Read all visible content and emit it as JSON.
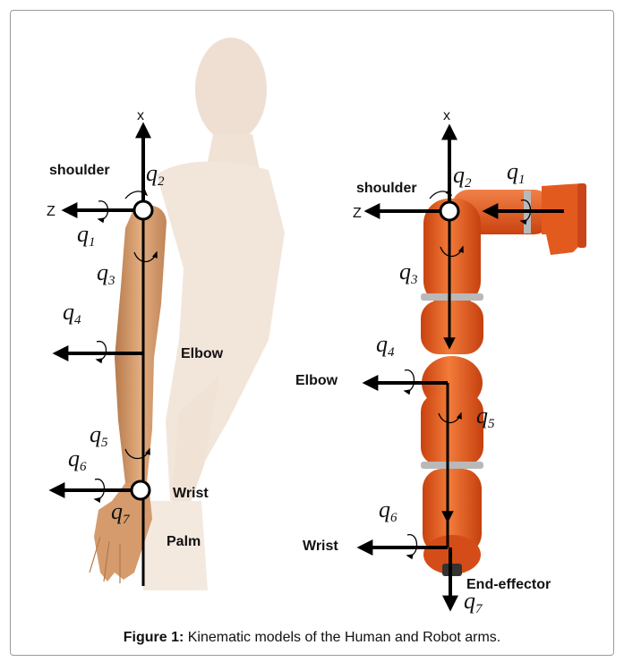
{
  "human": {
    "axis_x": "x",
    "axis_z": "Z",
    "shoulder": "shoulder",
    "elbow": "Elbow",
    "wrist": "Wrist",
    "palm": "Palm",
    "q1": "q",
    "q1_sub": "1",
    "q2": "q",
    "q2_sub": "2",
    "q3": "q",
    "q3_sub": "3",
    "q4": "q",
    "q4_sub": "4",
    "q5": "q",
    "q5_sub": "5",
    "q6": "q",
    "q6_sub": "6",
    "q7": "q",
    "q7_sub": "7"
  },
  "robot": {
    "axis_x": "x",
    "axis_z": "Z",
    "shoulder": "shoulder",
    "elbow": "Elbow",
    "wrist": "Wrist",
    "end_effector": "End-effector",
    "q1": "q",
    "q1_sub": "1",
    "q2": "q",
    "q2_sub": "2",
    "q3": "q",
    "q3_sub": "3",
    "q4": "q",
    "q4_sub": "4",
    "q5": "q",
    "q5_sub": "5",
    "q6": "q",
    "q6_sub": "6",
    "q7": "q",
    "q7_sub": "7"
  },
  "caption": {
    "label": "Figure 1:",
    "text": " Kinematic models of the Human and Robot arms."
  },
  "colors": {
    "skin": "#d9a070",
    "robot_orange": "#e4571e",
    "robot_gray": "#b9b9b9",
    "body_ghost": "#eddcce"
  }
}
